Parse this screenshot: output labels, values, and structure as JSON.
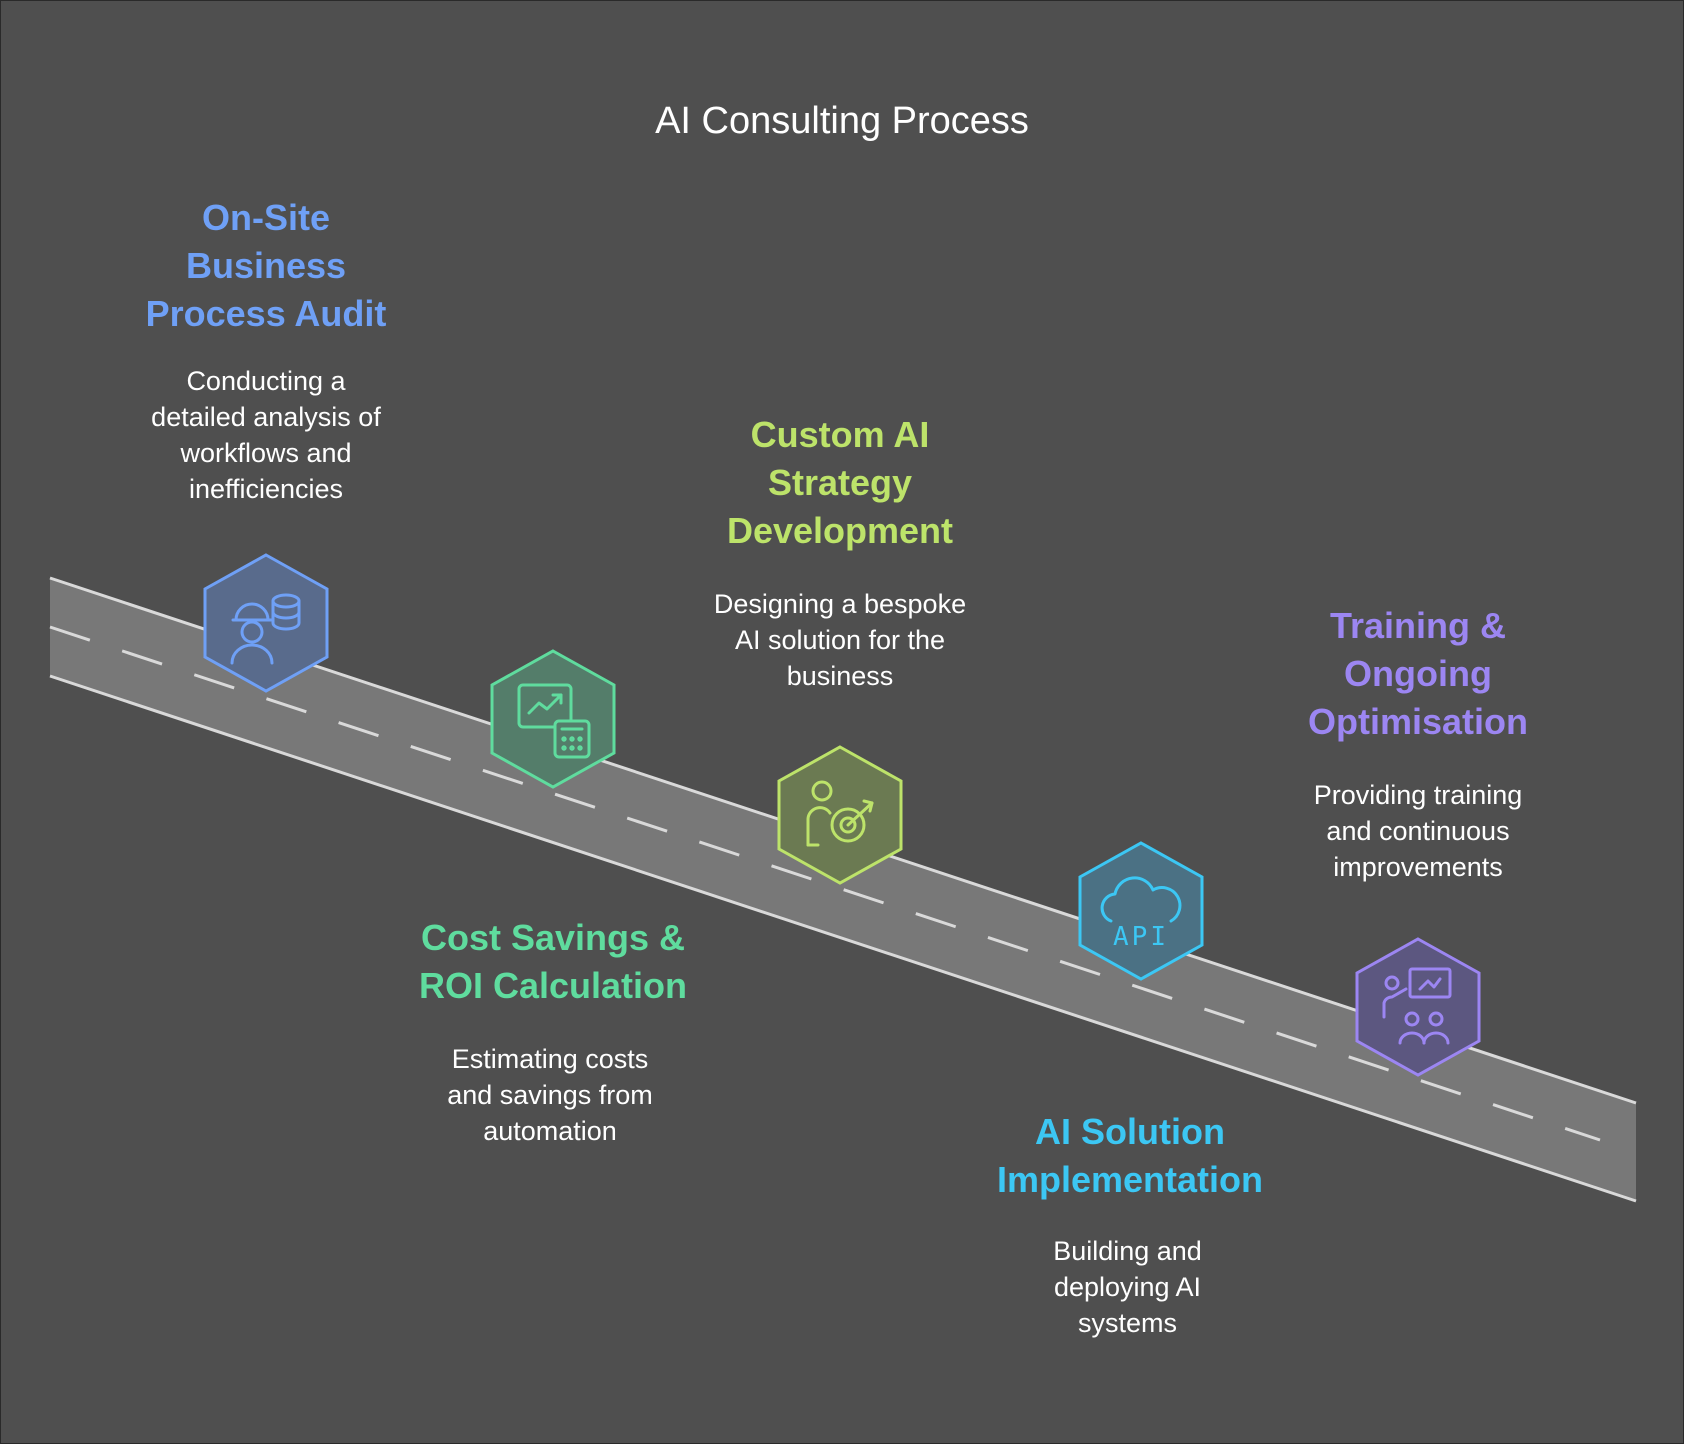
{
  "title": "AI Consulting Process",
  "colors": {
    "background": "#4f4f4f",
    "road": "#787878",
    "road_edge": "#d9d9d9",
    "step1": "#6fa0f6",
    "step2": "#5fdc9e",
    "step3": "#bde36a",
    "step4": "#3cc7f4",
    "step5": "#9c86f2"
  },
  "steps": [
    {
      "title_lines": [
        "On-Site",
        "Business",
        "Process Audit"
      ],
      "description_lines": [
        "Conducting a",
        "detailed analysis of",
        "workflows and",
        "inefficiencies"
      ],
      "icon": "worker-database-icon"
    },
    {
      "title_lines": [
        "Cost Savings &",
        "ROI Calculation"
      ],
      "description_lines": [
        "Estimating costs",
        "and savings from",
        "automation"
      ],
      "icon": "chart-calculator-icon"
    },
    {
      "title_lines": [
        "Custom AI",
        "Strategy",
        "Development"
      ],
      "description_lines": [
        "Designing a bespoke",
        "AI solution for the",
        "business"
      ],
      "icon": "person-target-icon"
    },
    {
      "title_lines": [
        "AI Solution",
        "Implementation"
      ],
      "description_lines": [
        "Building and",
        "deploying AI",
        "systems"
      ],
      "icon": "cloud-api-icon",
      "icon_text": "API"
    },
    {
      "title_lines": [
        "Training &",
        "Ongoing",
        "Optimisation"
      ],
      "description_lines": [
        "Providing training",
        "and continuous",
        "improvements"
      ],
      "icon": "presentation-group-icon"
    }
  ]
}
